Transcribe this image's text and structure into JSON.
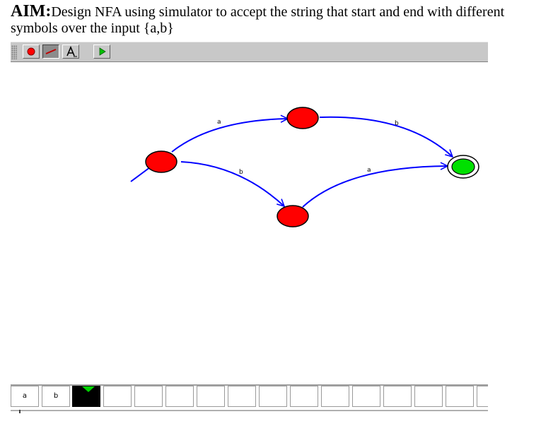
{
  "aim": {
    "prefix": "AIM:",
    "text": "Design NFA using simulator to accept the string that start and end with different symbols over the input {a,b}"
  },
  "toolbar": {
    "tools": [
      {
        "name": "state-tool",
        "icon": "red-dot-icon"
      },
      {
        "name": "transition-tool",
        "icon": "arrow-line-icon",
        "active": true
      },
      {
        "name": "label-tool",
        "icon": "text-a-icon"
      },
      {
        "name": "run-tool",
        "icon": "green-play-icon"
      }
    ]
  },
  "automaton": {
    "states": [
      {
        "id": "q0",
        "start": true,
        "accepting": false,
        "color": "#ff0000"
      },
      {
        "id": "q1",
        "start": false,
        "accepting": false,
        "color": "#ff0000"
      },
      {
        "id": "q2",
        "start": false,
        "accepting": false,
        "color": "#ff0000"
      },
      {
        "id": "q3",
        "start": false,
        "accepting": true,
        "color": "#00e000"
      }
    ],
    "transitions": [
      {
        "from": "q0",
        "to": "q1",
        "symbol": "a"
      },
      {
        "from": "q1",
        "to": "q3",
        "symbol": "b"
      },
      {
        "from": "q0",
        "to": "q2",
        "symbol": "b"
      },
      {
        "from": "q2",
        "to": "q3",
        "symbol": "a"
      }
    ],
    "edge_color": "#0000ff"
  },
  "tape": {
    "cells": [
      "a",
      "b",
      "",
      "",
      "",
      "",
      "",
      "",
      "",
      "",
      "",
      "",
      "",
      "",
      "",
      "",
      ""
    ],
    "head_index": 2
  }
}
